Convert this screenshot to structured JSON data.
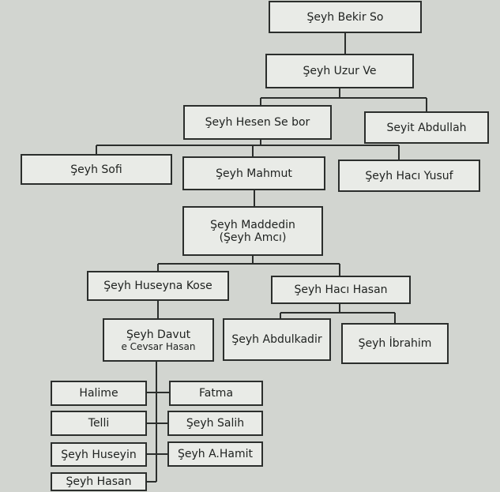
{
  "nodes": {
    "bekir": {
      "label": "Şeyh Bekir So"
    },
    "uzur": {
      "label": "Şeyh Uzur Ve"
    },
    "hesen": {
      "label": "Şeyh Hesen Se bor"
    },
    "abdullah": {
      "label": "Seyit Abdullah"
    },
    "sofi": {
      "label": "Şeyh Sofi"
    },
    "mahmut": {
      "label": "Şeyh Mahmut"
    },
    "yusuf": {
      "label": "Şeyh Hacı Yusuf"
    },
    "maddedin": {
      "label": "Şeyh Maddedin",
      "sub": "(Şeyh Amcı)"
    },
    "huseyna": {
      "label": "Şeyh Huseyna Kose"
    },
    "hacihasan": {
      "label": "Şeyh Hacı Hasan"
    },
    "davut": {
      "label": "Şeyh Davut",
      "sub": "e Cevsar Hasan"
    },
    "abdulkadir": {
      "label": "Şeyh Abdulkadir"
    },
    "ibrahim": {
      "label": "Şeyh İbrahim"
    },
    "halime": {
      "label": "Halime"
    },
    "fatma": {
      "label": "Fatma"
    },
    "telli": {
      "label": "Telli"
    },
    "salih": {
      "label": "Şeyh Salih"
    },
    "huseyin": {
      "label": "Şeyh Huseyin"
    },
    "hamit": {
      "label": "Şeyh A.Hamit"
    },
    "hasan": {
      "label": "Şeyh Hasan"
    }
  }
}
